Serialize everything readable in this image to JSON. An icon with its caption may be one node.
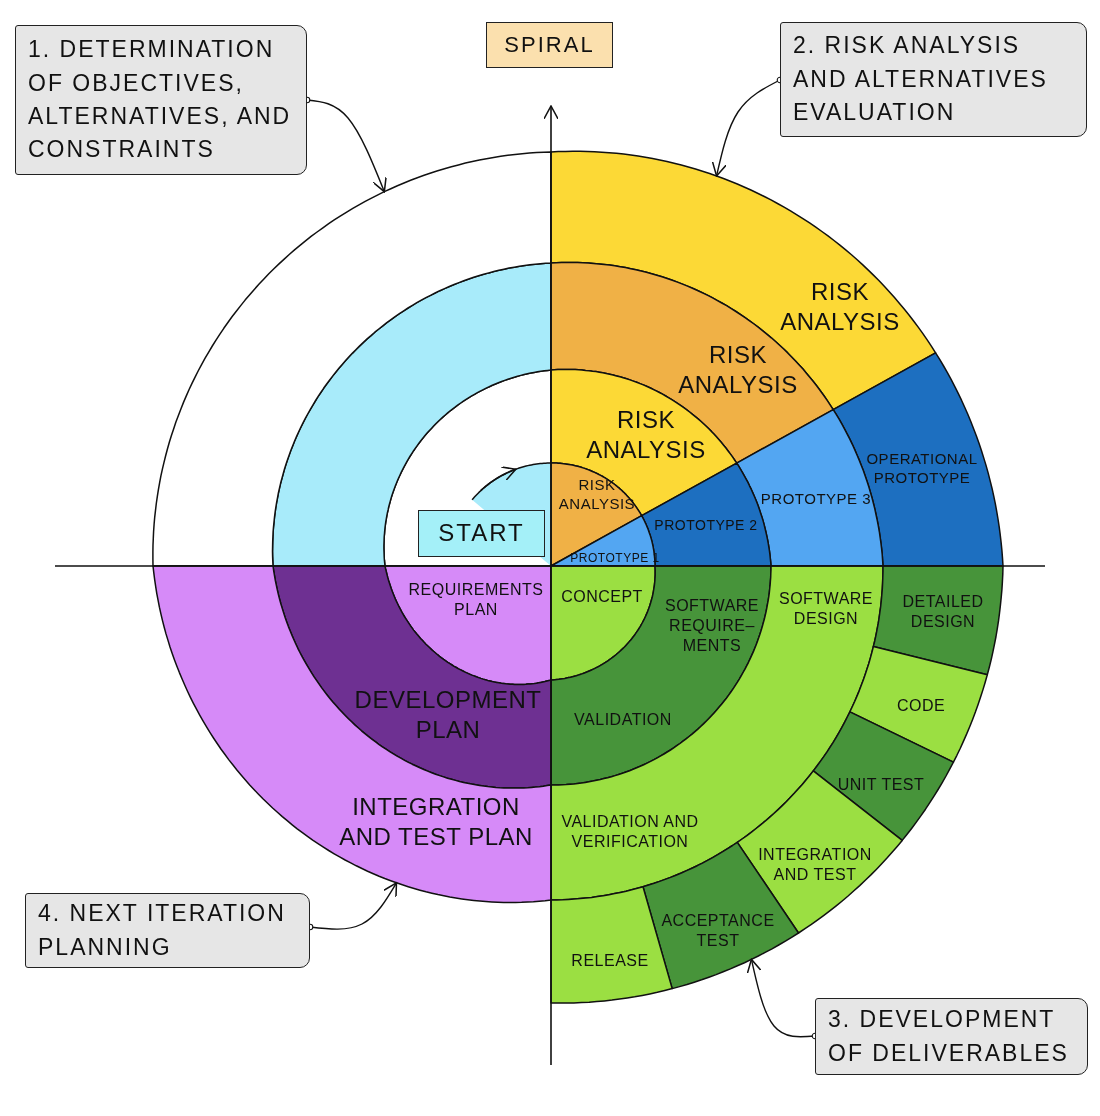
{
  "diagram": {
    "nodes": [
      {
        "text": [
          "SPIRAL"
        ]
      },
      {
        "text": [
          "1. DETERMINATION OF OBJECTIVES, ALTERNATIVES, AND CONSTRAINTS"
        ]
      },
      {
        "text": [
          "2. RISK ANALYSIS AND ALTERNATIVES EVALUATION"
        ]
      },
      {
        "text": [],
        "shape": "band"
      },
      {
        "text": [],
        "shape": "band"
      },
      {
        "text": [],
        "shape": "band"
      },
      {
        "text": [
          "RISK ANALYSIS"
        ]
      },
      {
        "text": [
          "RISK ANALYSIS"
        ]
      },
      {
        "text": [
          "RISK ANALYSIS"
        ]
      },
      {
        "text": [
          "RISK ANALYSIS"
        ]
      },
      {
        "text": [
          "OPERATIONAL PROTOTYPE"
        ]
      },
      {
        "text": [
          "PROTOTYPE 3"
        ]
      },
      {
        "text": [
          "PROTOTYPE 2"
        ]
      },
      {
        "text": [
          "PROTOTYPE 1"
        ]
      },
      {
        "text": [
          "START"
        ],
        "in": 3
      },
      {
        "text": [
          "REQUIREMENTS PLAN"
        ]
      },
      {
        "text": [
          "CONCEPT"
        ]
      },
      {
        "text": [
          "SOFTWARE REQUIRE– MENTS",
          "VALIDATION"
        ]
      },
      {
        "text": [
          "SOFTWARE DESIGN",
          "VALIDATION AND VERIFICATION"
        ]
      },
      {
        "text": [
          "DETAILED DESIGN"
        ]
      },
      {
        "text": [
          "DEVELOPMENT PLAN"
        ]
      },
      {
        "text": [
          "CODE"
        ]
      },
      {
        "text": [
          "UNIT TEST"
        ]
      },
      {
        "text": [
          "INTEGRATION AND TEST PLAN"
        ]
      },
      {
        "text": [
          "INTEGRATION AND TEST"
        ]
      },
      {
        "text": [
          "4. NEXT ITERATION PLANNING"
        ]
      },
      {
        "text": [
          "ACCEPTANCE TEST"
        ]
      },
      {
        "text": [
          "RELEASE"
        ]
      },
      {
        "text": [
          "3. DEVELOPMENT OF DELIVERABLES"
        ]
      }
    ],
    "edges": [
      {
        "from": 1,
        "to": 5,
        "arrow": "to"
      },
      {
        "from": 2,
        "to": 6,
        "arrow": "to"
      },
      {
        "from": 25,
        "to": 23,
        "arrow": "to"
      },
      {
        "from": 28,
        "to": 26,
        "arrow": "to"
      }
    ]
  }
}
